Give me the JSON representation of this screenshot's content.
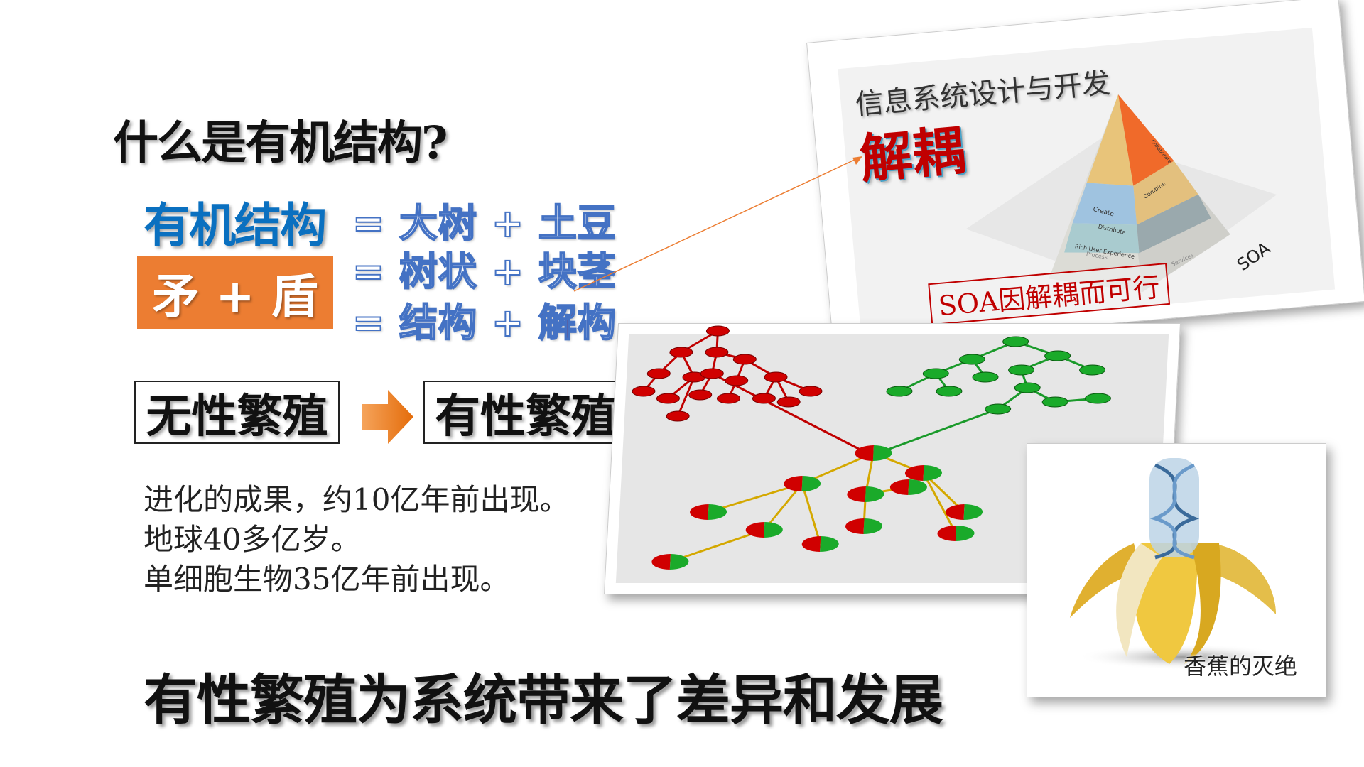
{
  "title": "什么是有机结构?",
  "organic": "有机结构",
  "contradiction": "矛 + 盾",
  "equations": [
    {
      "a": "= 大树 + ",
      "b": "土豆"
    },
    {
      "a": "= 树状 + ",
      "b": "块茎"
    },
    {
      "a": "= 结构 + ",
      "b_red": "解",
      "b": "构"
    }
  ],
  "asexual": "无性繁殖",
  "sexual": "有性繁殖",
  "body_lines": [
    "进化的成果，约10亿年前出现。",
    "地球40多亿岁。",
    "单细胞生物35亿年前出现。"
  ],
  "headline": "有性繁殖为系统带来了差异和发展",
  "soa_card": {
    "title": "信息系统设计与开发",
    "decouple": "解耦",
    "stamp": "SOA因解耦而可行",
    "label": "SOA",
    "pyramid_layers": [
      "Create",
      "Combine",
      "Collaborate",
      "Distribute",
      "Rich User Experience",
      "Process",
      "Services"
    ]
  },
  "banana_card": {
    "caption": "香蕉的灭绝"
  },
  "colors": {
    "blue": "#0a70c0",
    "orange": "#ec7d32",
    "red": "#c00000",
    "green": "#1a9a2a"
  }
}
